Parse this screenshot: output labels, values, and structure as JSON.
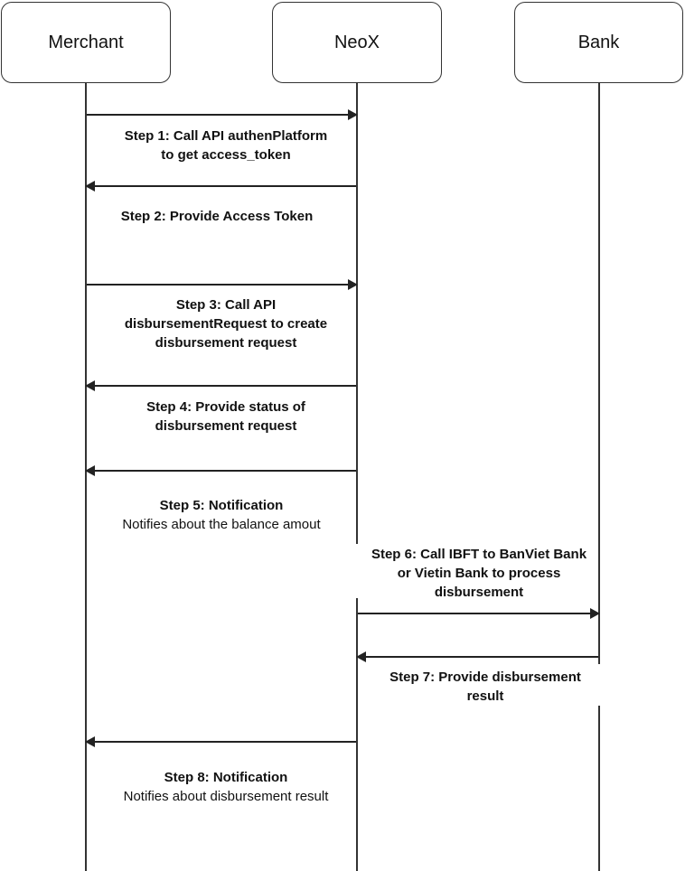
{
  "actors": {
    "merchant": "Merchant",
    "neox": "NeoX",
    "bank": "Bank"
  },
  "steps": {
    "s1": {
      "l1": "Step 1: Call API authenPlatform",
      "l2": "to get access_token"
    },
    "s2": {
      "l1": "Step 2: Provide Access Token"
    },
    "s3": {
      "l1": "Step 3:  Call API",
      "l2": "disbursementRequest to create",
      "l3": "disbursement request"
    },
    "s4": {
      "l1": "Step 4: Provide status of",
      "l2": "disbursement  request"
    },
    "s5": {
      "l1": "Step 5: Notification",
      "l2": "Notifies about the balance amout"
    },
    "s6": {
      "l1": "Step 6: Call IBFT to BanViet Bank",
      "l2": "or Vietin Bank to process",
      "l3": "disbursement"
    },
    "s7": {
      "l1": "Step 7: Provide disbursement",
      "l2": "result"
    },
    "s8": {
      "l1": "Step 8: Notification",
      "l2": "Notifies about disbursement result"
    }
  }
}
